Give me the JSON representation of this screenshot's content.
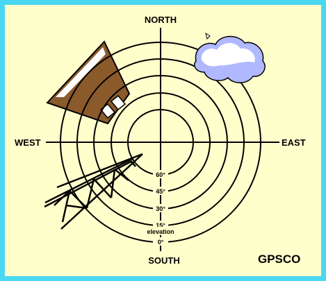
{
  "directions": {
    "north": "NORTH",
    "south": "SOUTH",
    "east": "EAST",
    "west": "WEST"
  },
  "elevation": {
    "title": "elevation",
    "rings": [
      {
        "label": "60°",
        "deg": 60
      },
      {
        "label": "45°",
        "deg": 45
      },
      {
        "label": "30°",
        "deg": 30
      },
      {
        "label": "15°",
        "deg": 15
      },
      {
        "label": "0°",
        "deg": 0
      }
    ]
  },
  "brand": "GPSCO",
  "icons": [
    "building-icon",
    "cloud-icon",
    "tower-icon"
  ],
  "colors": {
    "frame": "#4ad7f2",
    "panel": "#ffffcc",
    "building": "#8b5a2b",
    "cloud_shadow": "#b0b8ff",
    "lines": "#000000"
  }
}
